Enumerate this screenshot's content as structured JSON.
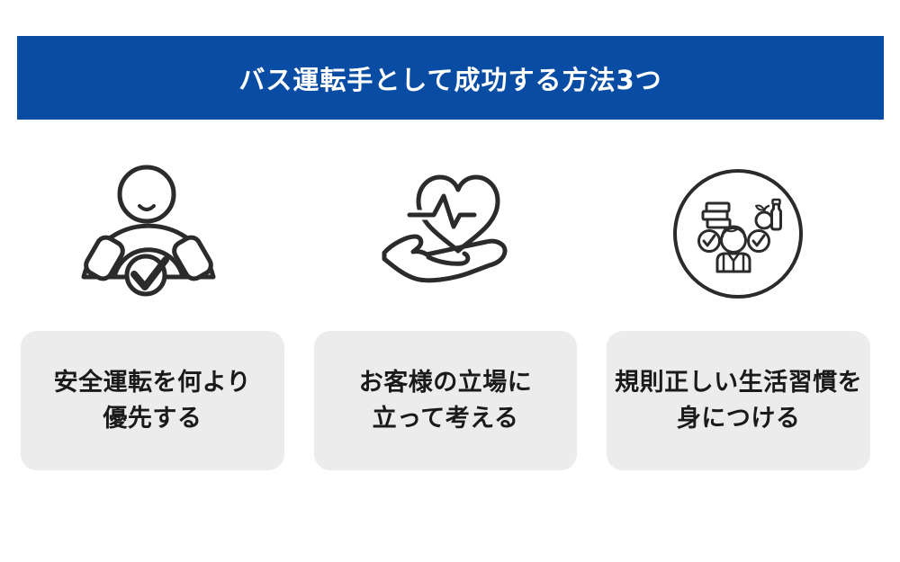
{
  "header": {
    "title": "バス運転手として成功する方法3つ"
  },
  "items": [
    {
      "icon": "driver-steering-wheel-check-icon",
      "label_line1": "安全運転を何より",
      "label_line2": "優先する"
    },
    {
      "icon": "hand-holding-heart-pulse-icon",
      "label_line1": "お客様の立場に",
      "label_line2": "立って考える"
    },
    {
      "icon": "healthy-lifestyle-circle-icon",
      "label_line1": "規則正しい生活習慣を",
      "label_line2": "身につける"
    }
  ],
  "colors": {
    "page_bg": "#ffffff",
    "header_bg": "#084ca4",
    "header_text": "#ffffff",
    "card_bg": "#ececec",
    "card_text": "#1a1a1a",
    "icon_stroke": "#2b2b2b"
  }
}
